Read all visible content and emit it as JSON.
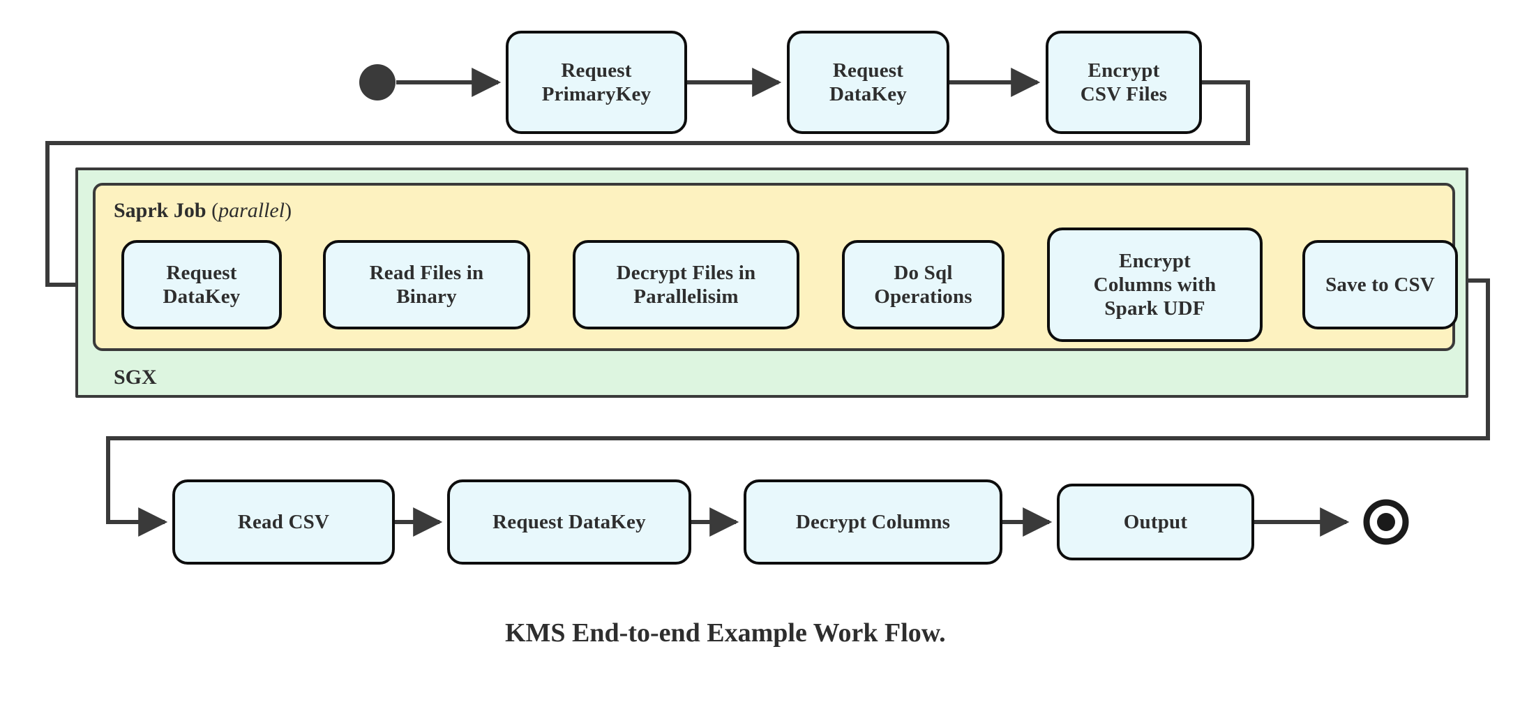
{
  "diagram": {
    "caption": "KMS End-to-end Example Work Flow.",
    "colors": {
      "node_fill": "#e8f8fc",
      "node_stroke": "#0d0d0d",
      "sgx_fill": "#ddf5e0",
      "spark_fill": "#fdf2c0",
      "container_stroke": "#3a3a3a",
      "connector": "#3a3a3a",
      "text": "#2e2e2e"
    },
    "start_node": {
      "name": "start-state",
      "shape": "filled-circle"
    },
    "end_node": {
      "name": "end-state",
      "shape": "ringed-filled-circle"
    },
    "containers": {
      "sgx": {
        "label": "SGX"
      },
      "spark": {
        "label_bold": "Saprk Job",
        "label_paren_open": "(",
        "label_italic": "parallel",
        "label_paren_close": ")"
      }
    },
    "rows": {
      "top": [
        {
          "id": "request-primarykey",
          "lines": [
            "Request",
            "PrimaryKey"
          ]
        },
        {
          "id": "request-datakey-top",
          "lines": [
            "Request",
            "DataKey"
          ]
        },
        {
          "id": "encrypt-csv-files",
          "lines": [
            "Encrypt",
            "CSV Files"
          ]
        }
      ],
      "spark": [
        {
          "id": "request-datakey-spark",
          "lines": [
            "Request",
            "DataKey"
          ]
        },
        {
          "id": "read-files-in-binary",
          "lines": [
            "Read Files in",
            "Binary"
          ]
        },
        {
          "id": "decrypt-files-in-parallelisim",
          "lines": [
            "Decrypt Files in",
            "Parallelisim"
          ]
        },
        {
          "id": "do-sql-operations",
          "lines": [
            "Do Sql",
            "Operations"
          ]
        },
        {
          "id": "encrypt-columns-with-spark-udf",
          "lines": [
            "Encrypt",
            "Columns with",
            "Spark UDF"
          ]
        },
        {
          "id": "save-to-csv",
          "lines": [
            "Save to CSV"
          ]
        }
      ],
      "bottom": [
        {
          "id": "read-csv",
          "lines": [
            "Read CSV"
          ]
        },
        {
          "id": "request-datakey-bottom",
          "lines": [
            "Request DataKey"
          ]
        },
        {
          "id": "decrypt-columns",
          "lines": [
            "Decrypt Columns"
          ]
        },
        {
          "id": "output",
          "lines": [
            "Output"
          ]
        }
      ]
    }
  }
}
